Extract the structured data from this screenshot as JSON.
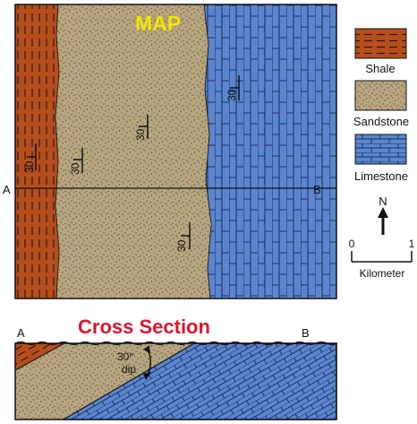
{
  "map": {
    "title": "MAP",
    "point_a": "A",
    "point_b": "B",
    "dip_value": "30",
    "dip_symbols": 5
  },
  "legend": {
    "units": [
      {
        "label": "Shale",
        "color": "#b54f1d"
      },
      {
        "label": "Sandstone",
        "color": "#b7a57f"
      },
      {
        "label": "Limestone",
        "color": "#5b86cf"
      }
    ],
    "north": "N",
    "scale_start": "0",
    "scale_end": "1",
    "scale_unit": "Kilometer"
  },
  "cross_section": {
    "title": "Cross Section",
    "point_a": "A",
    "point_b": "B",
    "dip_value": "30°",
    "dip_word": "dip"
  },
  "colors": {
    "shale": "#b54f1d",
    "sandstone": "#b7a57f",
    "limestone": "#5b86cf",
    "title_yellow": "#f2e600",
    "title_red": "#e0142a"
  }
}
